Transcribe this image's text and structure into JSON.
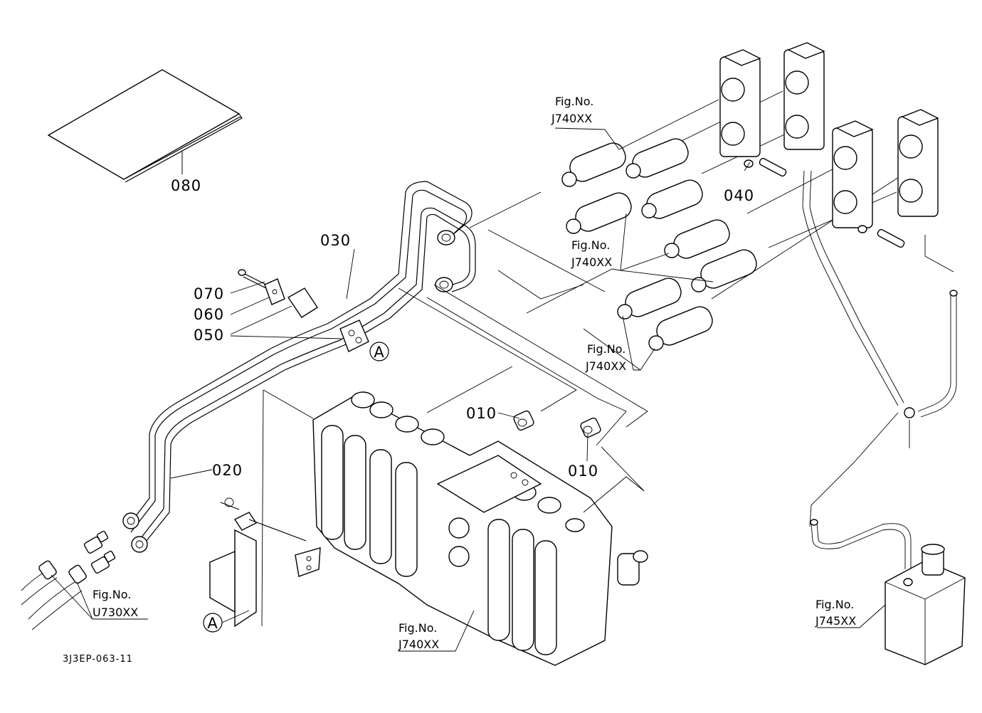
{
  "drawing_code": "3J3EP-063-11",
  "part_numbers": {
    "p010a": "010",
    "p010b": "010",
    "p020": "020",
    "p030": "030",
    "p040": "040",
    "p050": "050",
    "p060": "060",
    "p070": "070",
    "p080": "080"
  },
  "callout_letters": {
    "a_top": "A",
    "a_bottom": "A"
  },
  "figure_refs": [
    {
      "id": "ref1",
      "label": "Fig.No.",
      "code": "J740XX"
    },
    {
      "id": "ref2",
      "label": "Fig.No.",
      "code": "J740XX"
    },
    {
      "id": "ref3",
      "label": "Fig.No.",
      "code": "J740XX"
    },
    {
      "id": "ref4",
      "label": "Fig.No.",
      "code": "J740XX"
    },
    {
      "id": "ref5",
      "label": "Fig.No.",
      "code": "U730XX"
    },
    {
      "id": "ref6",
      "label": "Fig.No.",
      "code": "J745XX"
    }
  ]
}
